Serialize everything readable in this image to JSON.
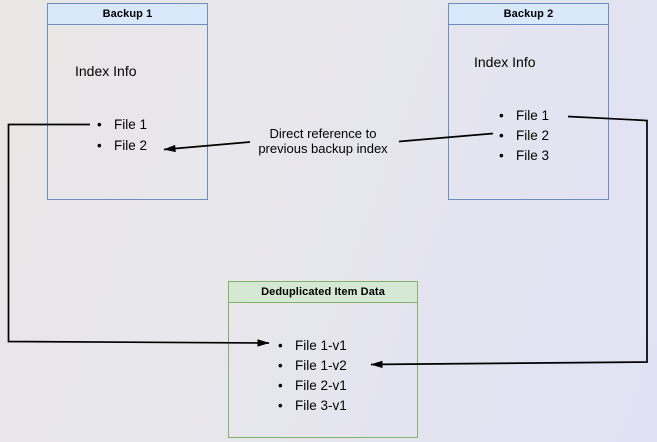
{
  "nodes": {
    "backup1": {
      "header": "Backup 1",
      "title": "Index Info",
      "items": [
        "File 1",
        "File 2"
      ]
    },
    "backup2": {
      "header": "Backup 2",
      "title": "Index Info",
      "items": [
        "File 1",
        "File 2",
        "File 3"
      ]
    },
    "dedup": {
      "header": "Deduplicated Item Data",
      "items": [
        "File 1-v1",
        "File 1-v2",
        "File 2-v1",
        "File 3-v1"
      ]
    }
  },
  "bullet_glyph": "•",
  "edges": [
    {
      "from": "Backup 1 / File 1",
      "to": "Deduplicated Item Data / File 1-v1",
      "label": ""
    },
    {
      "from": "Backup 2 / File 1",
      "to": "Deduplicated Item Data / File 1-v2",
      "label": ""
    },
    {
      "from": "Backup 2 / File 2",
      "to": "Backup 1 / File 2",
      "label": "Direct reference to\nprevious backup index"
    }
  ],
  "colors": {
    "blue_fill": "#dae8fc",
    "blue_stroke": "#6c8ebf",
    "green_fill": "#d5e8d4",
    "green_stroke": "#82b366",
    "arrow": "#000000",
    "text": "#000000",
    "background_left": "#e9e6e5",
    "background_right": "#e0e1f3"
  }
}
